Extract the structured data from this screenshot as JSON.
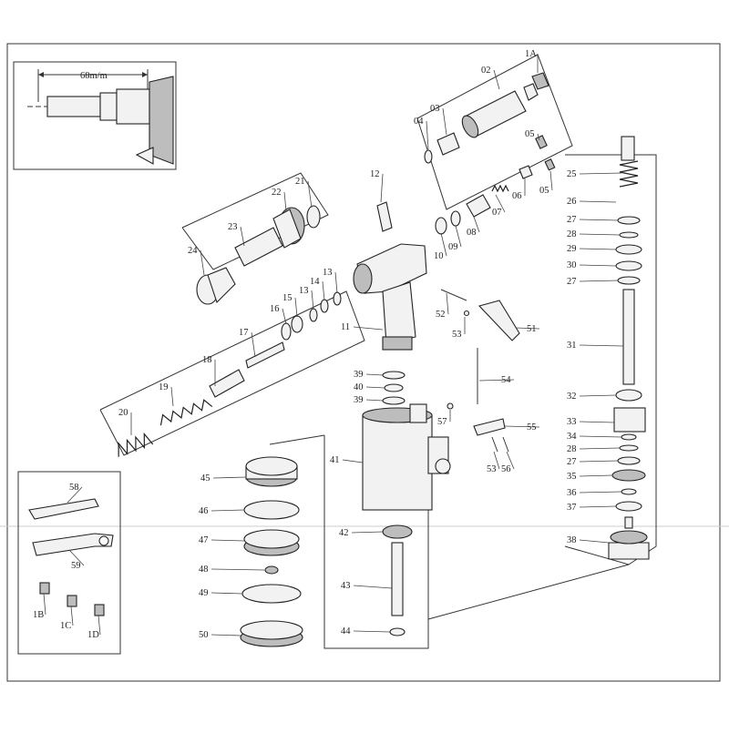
{
  "inset": {
    "dimension": "68m/m"
  },
  "labels": [
    {
      "id": "1A",
      "t": "1A"
    },
    {
      "id": "02",
      "t": "02"
    },
    {
      "id": "03",
      "t": "03"
    },
    {
      "id": "04",
      "t": "04"
    },
    {
      "id": "05a",
      "t": "05"
    },
    {
      "id": "05b",
      "t": "05"
    },
    {
      "id": "06",
      "t": "06"
    },
    {
      "id": "07",
      "t": "07"
    },
    {
      "id": "08",
      "t": "08"
    },
    {
      "id": "09",
      "t": "09"
    },
    {
      "id": "10",
      "t": "10"
    },
    {
      "id": "11",
      "t": "11"
    },
    {
      "id": "12",
      "t": "12"
    },
    {
      "id": "13a",
      "t": "13"
    },
    {
      "id": "13b",
      "t": "13"
    },
    {
      "id": "14",
      "t": "14"
    },
    {
      "id": "15",
      "t": "15"
    },
    {
      "id": "16",
      "t": "16"
    },
    {
      "id": "17",
      "t": "17"
    },
    {
      "id": "18",
      "t": "18"
    },
    {
      "id": "19",
      "t": "19"
    },
    {
      "id": "20",
      "t": "20"
    },
    {
      "id": "21",
      "t": "21"
    },
    {
      "id": "22",
      "t": "22"
    },
    {
      "id": "23",
      "t": "23"
    },
    {
      "id": "24",
      "t": "24"
    },
    {
      "id": "25",
      "t": "25"
    },
    {
      "id": "26",
      "t": "26"
    },
    {
      "id": "27a",
      "t": "27"
    },
    {
      "id": "28a",
      "t": "28"
    },
    {
      "id": "29",
      "t": "29"
    },
    {
      "id": "30",
      "t": "30"
    },
    {
      "id": "27b",
      "t": "27"
    },
    {
      "id": "31",
      "t": "31"
    },
    {
      "id": "32",
      "t": "32"
    },
    {
      "id": "33",
      "t": "33"
    },
    {
      "id": "34",
      "t": "34"
    },
    {
      "id": "28b",
      "t": "28"
    },
    {
      "id": "27c",
      "t": "27"
    },
    {
      "id": "35",
      "t": "35"
    },
    {
      "id": "36",
      "t": "36"
    },
    {
      "id": "37",
      "t": "37"
    },
    {
      "id": "38",
      "t": "38"
    },
    {
      "id": "39a",
      "t": "39"
    },
    {
      "id": "40",
      "t": "40"
    },
    {
      "id": "39b",
      "t": "39"
    },
    {
      "id": "41",
      "t": "41"
    },
    {
      "id": "42",
      "t": "42"
    },
    {
      "id": "43",
      "t": "43"
    },
    {
      "id": "44",
      "t": "44"
    },
    {
      "id": "45",
      "t": "45"
    },
    {
      "id": "46",
      "t": "46"
    },
    {
      "id": "47",
      "t": "47"
    },
    {
      "id": "48",
      "t": "48"
    },
    {
      "id": "49",
      "t": "49"
    },
    {
      "id": "50",
      "t": "50"
    },
    {
      "id": "51",
      "t": "51"
    },
    {
      "id": "52",
      "t": "52"
    },
    {
      "id": "53a",
      "t": "53"
    },
    {
      "id": "54",
      "t": "54"
    },
    {
      "id": "55",
      "t": "55"
    },
    {
      "id": "53b",
      "t": "53"
    },
    {
      "id": "56",
      "t": "56"
    },
    {
      "id": "57",
      "t": "57"
    },
    {
      "id": "58",
      "t": "58"
    },
    {
      "id": "59",
      "t": "59"
    },
    {
      "id": "1B",
      "t": "1B"
    },
    {
      "id": "1C",
      "t": "1C"
    },
    {
      "id": "1D",
      "t": "1D"
    }
  ]
}
